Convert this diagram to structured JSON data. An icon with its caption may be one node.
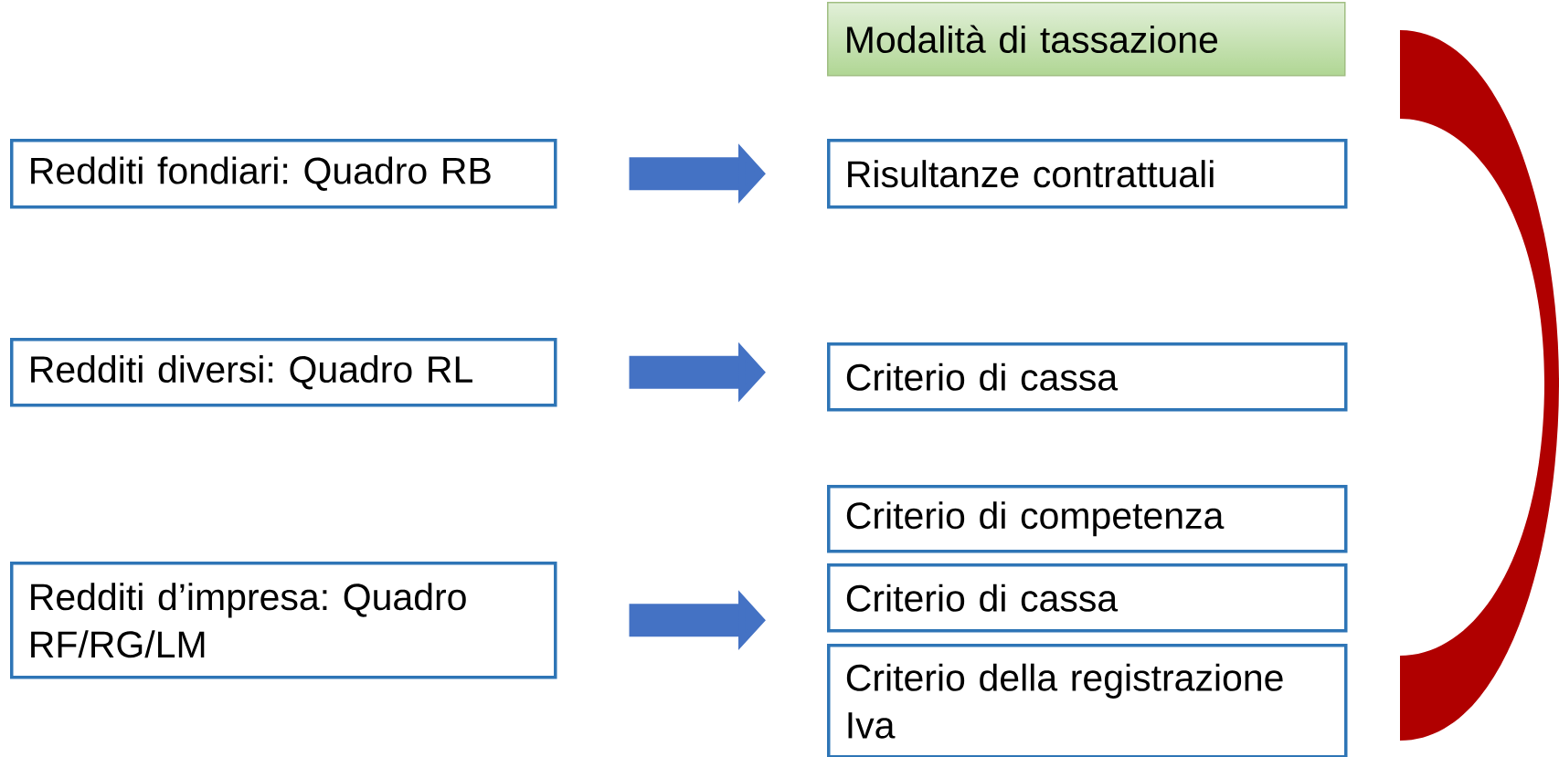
{
  "diagram": {
    "nodes": [
      {
        "text": [
          "Modalità di tassazione"
        ]
      },
      {
        "text": [
          "Redditi fondiari: Quadro RB"
        ]
      },
      {
        "text": [
          "Risultanze contrattuali"
        ]
      },
      {
        "text": [
          "Redditi diversi: Quadro RL"
        ]
      },
      {
        "text": [
          "Criterio di cassa"
        ]
      },
      {
        "text": [
          "Criterio di competenza"
        ]
      },
      {
        "text": [
          "Redditi d’impresa: Quadro RF/RG/LM"
        ]
      },
      {
        "text": [
          "Criterio di cassa"
        ]
      },
      {
        "text": [
          "Criterio della registrazione Iva"
        ]
      }
    ],
    "edges": [
      {
        "from": 1,
        "to": 2,
        "arrow": "to"
      },
      {
        "from": 3,
        "to": 4,
        "arrow": "to"
      },
      {
        "from": 6,
        "to": 7,
        "arrow": "to"
      }
    ]
  }
}
